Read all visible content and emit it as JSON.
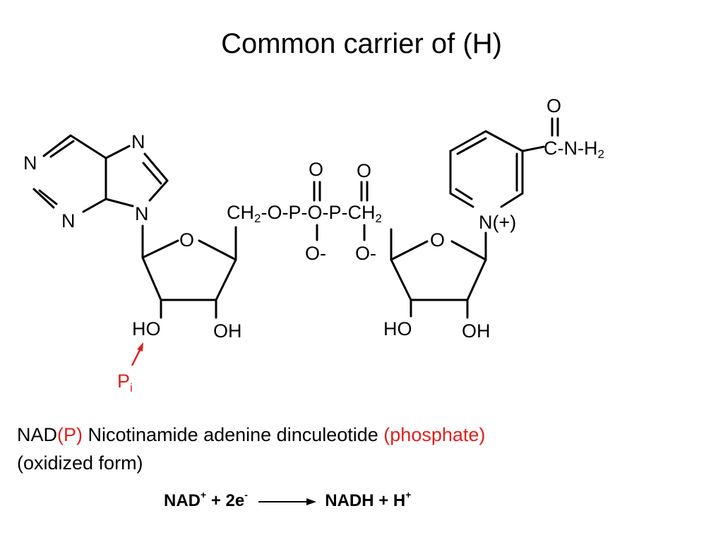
{
  "title": "Common carrier of (H)",
  "colors": {
    "accent": "#e0201b",
    "ink": "#000000"
  },
  "structure": {
    "adenine": {
      "n1": "N",
      "n2": "N",
      "n3": "N",
      "n4": "N"
    },
    "ribose_left": {
      "ring_o": "O",
      "ho": "HO",
      "oh": "OH"
    },
    "pi": {
      "p": "P",
      "sub": "i"
    },
    "linker": {
      "ch2_left": "CH",
      "two_left": "2",
      "chain": "-O-P-O-P-",
      "ch2_right": "CH",
      "two_right": "2",
      "o_top_1": "O",
      "o_top_2": "O",
      "o_minus_1": "O-",
      "o_minus_2": "O-"
    },
    "ribose_right": {
      "ring_o": "O",
      "ho": "HO",
      "oh": "OH"
    },
    "nicotinamide": {
      "n_plus": "N(+)",
      "amide_o": "O",
      "amide": "C-N-H",
      "amide_sub": "2"
    }
  },
  "description": {
    "nad": "NAD",
    "p": "(P)",
    "name": " Nicotinamide adenine dinculeotide ",
    "phosphate": "(phosphate)",
    "line2": "(oxidized form)"
  },
  "equation": {
    "left": "NAD",
    "left_sup": "+",
    "plus": " + 2e",
    "e_sup": "-",
    "right": "NADH + H",
    "right_sup": "+"
  }
}
